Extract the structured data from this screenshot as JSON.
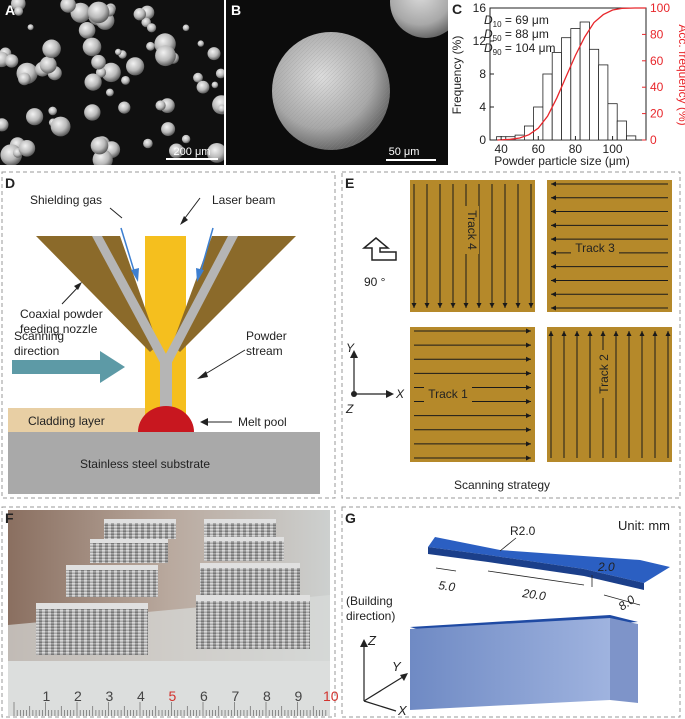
{
  "panels": {
    "A": {
      "letter": "A",
      "scale_bar": "200 μm"
    },
    "B": {
      "letter": "B",
      "scale_bar": "50 μm"
    },
    "C": {
      "letter": "C"
    },
    "D": {
      "letter": "D",
      "shielding_gas": "Shielding gas",
      "laser_beam": "Laser beam",
      "nozzle_line1": "Coaxial powder",
      "nozzle_line2": "feeding nozzle",
      "powder_line1": "Powder",
      "powder_line2": "stream",
      "scan_line1": "Scanning",
      "scan_line2": "direction",
      "cladding": "Cladding layer",
      "melt_pool": "Melt pool",
      "substrate": "Stainless steel substrate"
    },
    "E": {
      "letter": "E",
      "track1": "Track 1",
      "track2": "Track 2",
      "track3": "Track 3",
      "track4": "Track 4",
      "rotation": "90 °",
      "axis_x": "X",
      "axis_y": "Y",
      "axis_z": "Z",
      "caption": "Scanning strategy"
    },
    "F": {
      "letter": "F",
      "ruler_numbers": [
        "1",
        "2",
        "3",
        "4",
        "5",
        "6",
        "7",
        "8",
        "9",
        "10"
      ]
    },
    "G": {
      "letter": "G",
      "unit": "Unit: mm",
      "radius": "R2.0",
      "dim_5": "5.0",
      "dim_20": "20.0",
      "dim_2": "2.0",
      "dim_8": "8.0",
      "build_line1": "(Building",
      "build_line2": "direction)",
      "axis_x": "X",
      "axis_y": "Y",
      "axis_z": "Z"
    }
  },
  "chart_data": {
    "type": "bar",
    "xlabel": "Powder particle size  (μm)",
    "ylabel": "Frequency (%)",
    "ylabel_right": "Acc. frequency (%)",
    "xlim": [
      34,
      118
    ],
    "ylim": [
      0,
      16
    ],
    "ylim_right": [
      0,
      100
    ],
    "xticks": [
      40,
      60,
      80,
      100
    ],
    "yticks": [
      0,
      4,
      8,
      12,
      16
    ],
    "yticks_right": [
      0,
      20,
      40,
      60,
      80,
      100
    ],
    "annotations": [
      {
        "sym": "D",
        "sub": "10",
        "val": " = 69 μm"
      },
      {
        "sym": "D",
        "sub": "50",
        "val": " = 88 μm"
      },
      {
        "sym": "D",
        "sub": "90",
        "val": " = 104 μm"
      }
    ],
    "bin_width": 5,
    "bins": [
      40,
      45,
      50,
      55,
      60,
      65,
      70,
      75,
      80,
      85,
      90,
      95,
      100,
      105,
      110
    ],
    "values": [
      0.4,
      0.4,
      0.6,
      1.7,
      4.0,
      8.0,
      10.6,
      12.4,
      13.5,
      14.3,
      11.0,
      9.1,
      4.4,
      2.3,
      0.5
    ],
    "cumulative": {
      "x": [
        38,
        45,
        50,
        55,
        60,
        65,
        70,
        75,
        80,
        85,
        90,
        95,
        100,
        105,
        112,
        118
      ],
      "y": [
        0,
        0.5,
        1.5,
        4,
        9,
        18,
        32,
        48,
        64,
        78,
        89,
        95,
        98.5,
        99.7,
        100,
        100
      ]
    },
    "colors": {
      "bars": "#222222",
      "cumulative": "#e8262b",
      "right_axis": "#e8262b"
    }
  }
}
